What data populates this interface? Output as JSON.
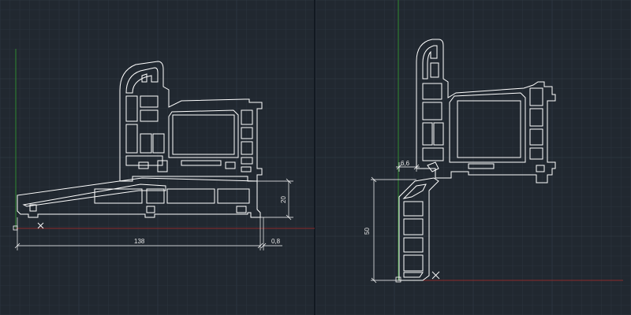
{
  "colors": {
    "background": "#212830",
    "grid_minor": "#2a333d",
    "grid_major": "#353f4a",
    "profile": "#ffffff",
    "dimension": "#ffffff",
    "axis_x": "#8b2a2a",
    "axis_y": "#2f8a2f",
    "divider": "#111820"
  },
  "views": {
    "left": {
      "dimensions": {
        "width": "138",
        "height": "20",
        "offset": "0,8"
      }
    },
    "right": {
      "dimensions": {
        "height": "50",
        "step": "6,6"
      }
    }
  },
  "markers": {
    "ucs_icon": "square-origin-icon",
    "cross_icon": "x-mark-icon"
  }
}
